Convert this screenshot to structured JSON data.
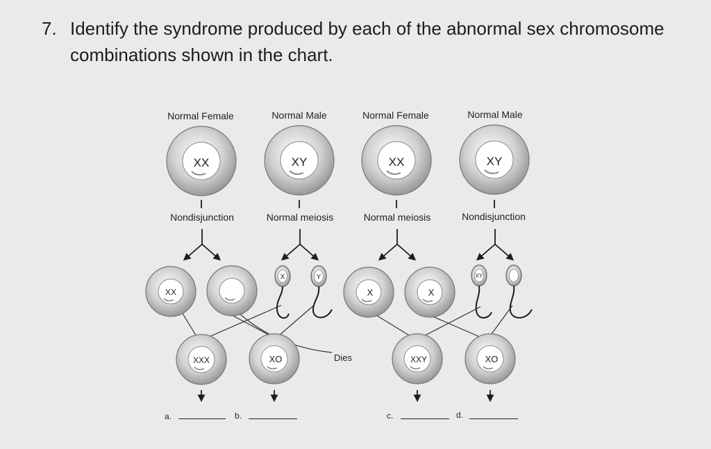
{
  "question": {
    "number": "7.",
    "line1": "Identify the syndrome produced by each of the abnormal sex chromosome",
    "line2": "combinations shown in the chart."
  },
  "parents": [
    {
      "label": "Normal Female",
      "chromosomes": "XX",
      "process": "Nondisjunction"
    },
    {
      "label": "Normal Male",
      "chromosomes": "XY",
      "process": "Normal meiosis"
    },
    {
      "label": "Normal Female",
      "chromosomes": "XX",
      "process": "Normal meiosis"
    },
    {
      "label": "Normal Male",
      "chromosomes": "XY",
      "process": "Nondisjunction"
    }
  ],
  "gametes": {
    "egg_xx": "XX",
    "egg_empty": "",
    "sperm_x": "X",
    "sperm_y": "Y",
    "egg_x_1": "X",
    "egg_x_2": "X",
    "sperm_xy": "XY",
    "sperm_empty": ""
  },
  "offspring": [
    {
      "chromosomes": "XXX",
      "blank_letter": "a."
    },
    {
      "chromosomes": "XO",
      "blank_letter": "b."
    },
    {
      "chromosomes": "XXY",
      "blank_letter": "c."
    },
    {
      "chromosomes": "XO",
      "blank_letter": "d."
    }
  ],
  "dies_label": "Dies"
}
